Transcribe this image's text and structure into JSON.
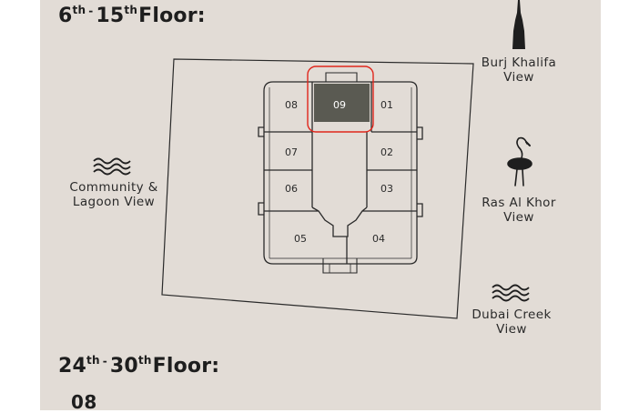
{
  "sections": [
    {
      "from": "6",
      "from_sup": "th",
      "to": "15",
      "to_sup": "th",
      "suffix": "Floor:"
    },
    {
      "from": "24",
      "from_sup": "th",
      "to": "30",
      "to_sup": "th",
      "suffix": "Floor:"
    }
  ],
  "views": {
    "burj": {
      "line1": "Burj Khalifa",
      "line2": "View"
    },
    "community": {
      "line1": "Community &",
      "line2": "Lagoon View"
    },
    "ras": {
      "line1": "Ras Al Khor",
      "line2": "View"
    },
    "creek": {
      "line1": "Dubai Creek",
      "line2": "View"
    }
  },
  "units": {
    "u01": "01",
    "u02": "02",
    "u03": "03",
    "u04": "04",
    "u05": "05",
    "u06": "06",
    "u07": "07",
    "u08": "08",
    "u09": "09"
  },
  "highlighted_unit": "09",
  "bottom_unit_label": "08",
  "colors": {
    "background": "#e2dcd6",
    "highlight_fill": "#5a5a52",
    "highlight_outline": "#e0261c",
    "line": "#2a2a2a"
  }
}
